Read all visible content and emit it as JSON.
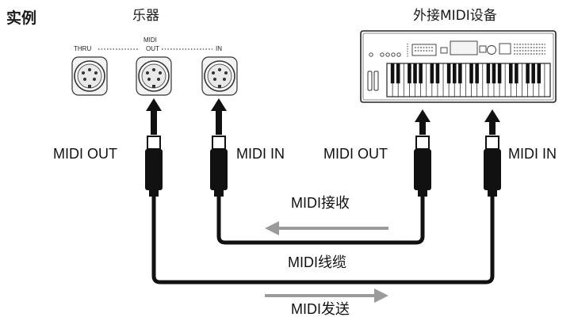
{
  "heading": "实例",
  "instrument": {
    "title": "乐器",
    "ports": {
      "thru": "THRU",
      "midi": "MIDI",
      "out": "OUT",
      "in": "IN"
    }
  },
  "external_device": {
    "title": "外接MIDI设备"
  },
  "cable_labels": {
    "instrument_out": "MIDI OUT",
    "instrument_in": "MIDI IN",
    "device_out": "MIDI OUT",
    "device_in": "MIDI IN"
  },
  "flows": {
    "receive": "MIDI接收",
    "cable": "MIDI线缆",
    "send": "MIDI发送"
  },
  "colors": {
    "cable": "#111111",
    "arrow_gray": "#9b9b9b",
    "panel_fill": "#f4f4f4",
    "socket_fill": "#e9e9e9"
  }
}
